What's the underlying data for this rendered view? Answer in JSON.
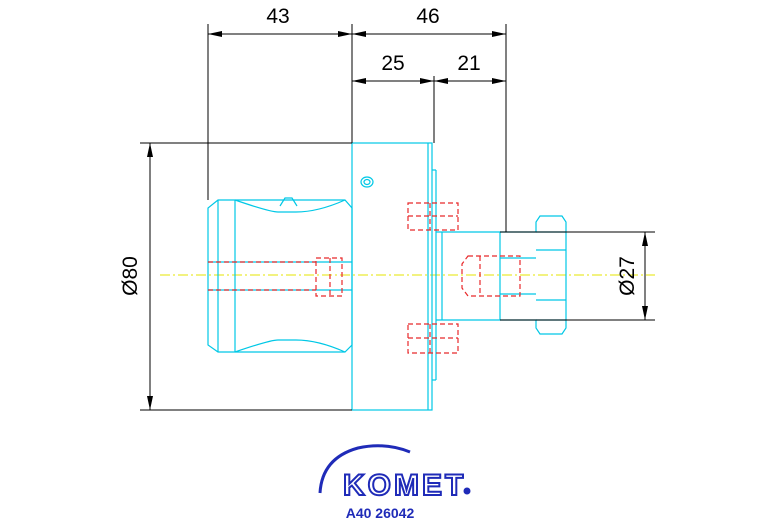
{
  "dimensions": {
    "length_left": "43",
    "length_right": "46",
    "length_mid": "25",
    "length_end": "21",
    "diameter_body": "Ø80",
    "diameter_shank": "Ø27"
  },
  "brand": {
    "logo_text": "KOMET",
    "part_number": "A40 26042"
  },
  "colors": {
    "outline": "#00c8e6",
    "hidden_lines": "#e8292b",
    "centerline": "#e6e600",
    "dimensions": "#000000",
    "brand": "#1f2bb8"
  }
}
